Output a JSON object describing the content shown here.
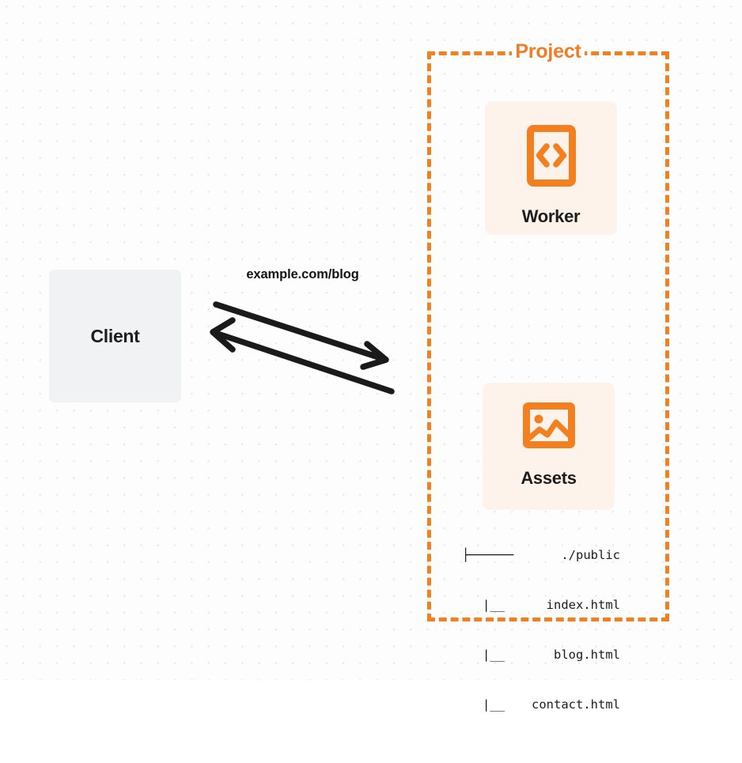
{
  "diagram": {
    "title_visible": false,
    "background": {
      "style": "dot-grid",
      "dot_color": "#e9eaeb",
      "page_color": "#fdfdfd"
    },
    "colors": {
      "accent_orange": "#f38020",
      "label_orange": "#ef7d26",
      "card_fill": "#fdf3ea",
      "client_fill": "#f1f2f4",
      "text_dark": "#1d1d1d",
      "arrow_black": "#1a1a1a"
    },
    "group": {
      "label": "Project",
      "border_style": "dashed",
      "border_color": "#f38020"
    },
    "nodes": [
      {
        "id": "client",
        "label": "Client",
        "icon": "none",
        "fill": "#f1f2f4"
      },
      {
        "id": "worker",
        "label": "Worker",
        "icon": "code-icon",
        "fill": "#fdf3ea"
      },
      {
        "id": "assets",
        "label": "Assets",
        "icon": "image-icon",
        "fill": "#fdf3ea"
      }
    ],
    "edges": [
      {
        "id": "client-to-worker",
        "label": "example.com/blog",
        "direction": "bidirectional",
        "from": "Client",
        "to": "Worker"
      }
    ],
    "file_tree": {
      "root_branch": "├──────",
      "child_branch": "|__",
      "rows": [
        {
          "branch": "├──────",
          "name": "./public"
        },
        {
          "branch": "|__",
          "name": "index.html"
        },
        {
          "branch": "|__",
          "name": "blog.html"
        },
        {
          "branch": "|__",
          "name": "contact.html"
        }
      ]
    }
  }
}
